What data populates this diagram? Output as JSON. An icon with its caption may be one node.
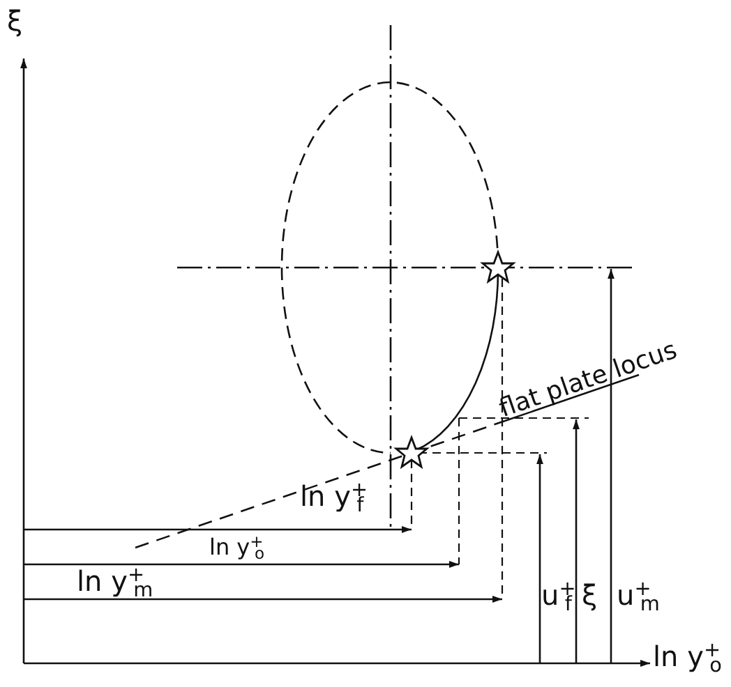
{
  "diagram": {
    "labels": [
      "ξ",
      "flat plate locus",
      "ln y$^{+}$$_{f}$",
      "ln y$^{+}$$_{o}$",
      "ln y$^{+}$$_{m}$",
      "u$^{+}$$_{f}$",
      "ξ",
      "u$^{+}$$_{m}$",
      "ln y$^{+}$$_{o}$"
    ]
  }
}
